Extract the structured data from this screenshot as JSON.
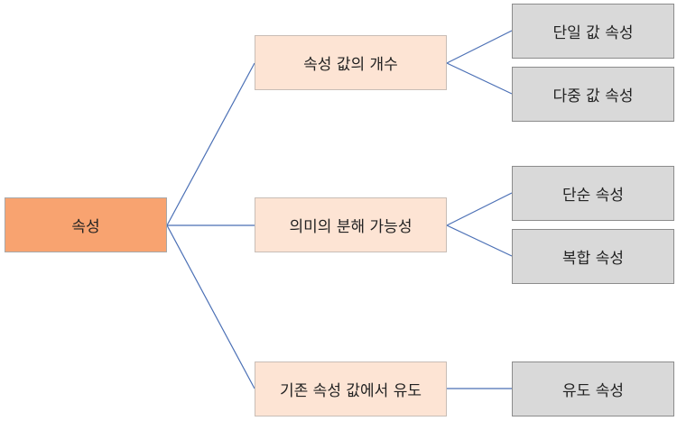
{
  "colors": {
    "root_fill": "#f8a370",
    "middle_fill": "#fde4d4",
    "leaf_fill": "#d9d9d9",
    "connector": "#4a6fb5"
  },
  "root": {
    "label": "속성"
  },
  "groups": [
    {
      "label": "속성 값의 개수",
      "children": [
        "단일 값 속성",
        "다중 값 속성"
      ]
    },
    {
      "label": "의미의 분해 가능성",
      "children": [
        "단순 속성",
        "복합 속성"
      ]
    },
    {
      "label": "기존 속성 값에서 유도",
      "children": [
        "유도 속성"
      ]
    }
  ]
}
